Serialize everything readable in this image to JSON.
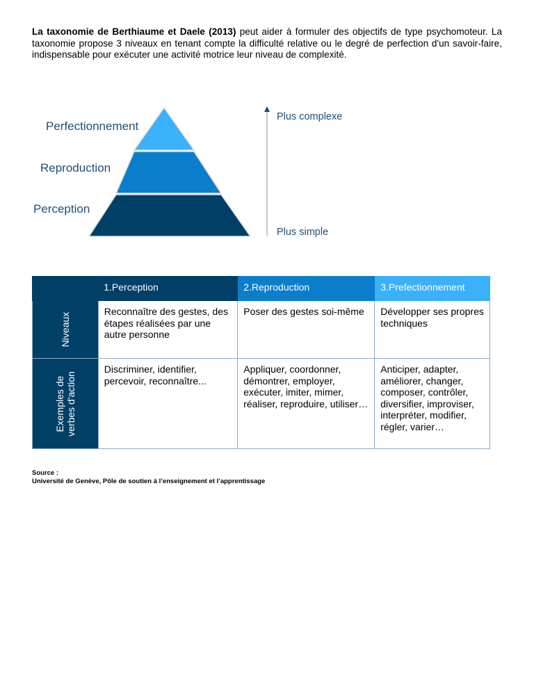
{
  "intro": {
    "bold": "La taxonomie de Berthiaume et Daele (2013)",
    "text": " peut aider à formuler des objectifs de type psychomoteur. La taxonomie propose 3 niveaux en tenant compte la difficulté relative ou le degré de perfection d'un savoir-faire, indispensable pour exécuter une activité motrice leur niveau de complexité."
  },
  "pyramid": {
    "levels": [
      "Perfectionnement",
      "Reproduction",
      "Perception"
    ],
    "colors": [
      "#3bb0fb",
      "#0a7ecb",
      "#003f66"
    ],
    "top_label": "Plus complexe",
    "bottom_label": "Plus simple"
  },
  "table": {
    "headers": [
      "1.Perception",
      "2.Reproduction",
      "3.Prefectionnement"
    ],
    "header_colors": [
      "#003f66",
      "#0a7ecb",
      "#3bb0fb"
    ],
    "rows": [
      {
        "label": "Niveaux",
        "cells": [
          "Reconnaître des gestes, des étapes réalisées par une autre personne",
          "Poser des gestes soi-même",
          "Développer ses propres techniques"
        ]
      },
      {
        "label_line1": "Exemples de",
        "label_line2": "verbes d'action",
        "cells": [
          "Discriminer, identifier, percevoir, reconnaître...",
          "Appliquer, coordonner, démontrer, employer, exécuter, imiter, mimer, réaliser, reproduire, utiliser…",
          "Anticiper, adapter, améliorer, changer, composer, contrôler, diversifier, improviser, interpréter, modifier, régler, varier…"
        ]
      }
    ]
  },
  "source": {
    "label": "Source :",
    "text": "Université de Genève, Pôle de soutien à l’enseignement et l’apprentissage"
  }
}
